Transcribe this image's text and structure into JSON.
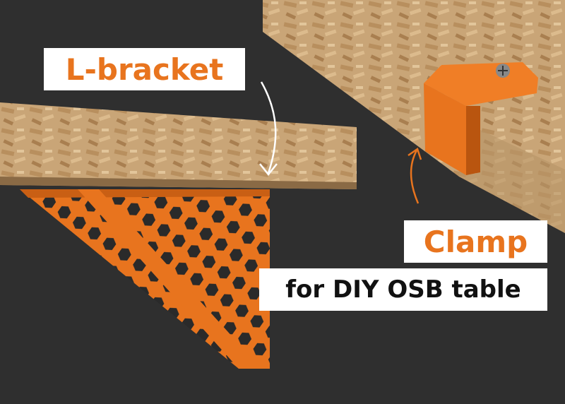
{
  "labels": {
    "bracket": "L-bracket",
    "clamp": "Clamp",
    "subtitle": "for DIY OSB table"
  },
  "colors": {
    "accent": "#e8741e",
    "wall": "#2f2f2f",
    "osb": "#c9a577",
    "label_bg": "#ffffff",
    "subtitle_text": "#111111"
  }
}
